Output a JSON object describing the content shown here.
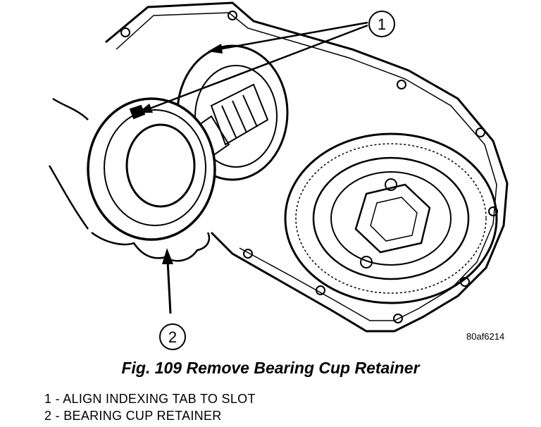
{
  "callouts": [
    {
      "number": "1"
    },
    {
      "number": "2"
    }
  ],
  "figure_id": "80af6214",
  "caption": "Fig. 109 Remove Bearing Cup Retainer",
  "legend": [
    "1 - ALIGN INDEXING TAB TO SLOT",
    "2 - BEARING CUP RETAINER"
  ],
  "colors": {
    "ink": "#000000",
    "paper": "#ffffff"
  }
}
